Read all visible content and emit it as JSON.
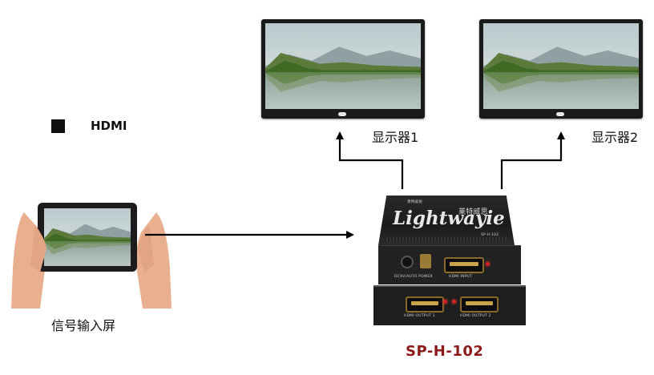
{
  "legend": {
    "label": "HDMI"
  },
  "monitors": [
    {
      "label": "显示器1"
    },
    {
      "label": "显示器2"
    }
  ],
  "source": {
    "label": "信号输入屏"
  },
  "device": {
    "brand_small": "莱特威视",
    "brand": "Lightwayie",
    "brand_cn": "莱特威思",
    "model_small": "SP-H-102",
    "port_labels": {
      "dc_power": "DC9V/AUTO POWER",
      "hdmi_input": "HDMI INPUT",
      "hdmi_output_1": "HDMI OUTPUT 1",
      "hdmi_output_2": "HDMI OUTPUT 2"
    }
  },
  "model": "SP-H-102",
  "colors": {
    "arrow": "#000000",
    "model_text": "#8b1a1a",
    "led": "#d42020"
  }
}
